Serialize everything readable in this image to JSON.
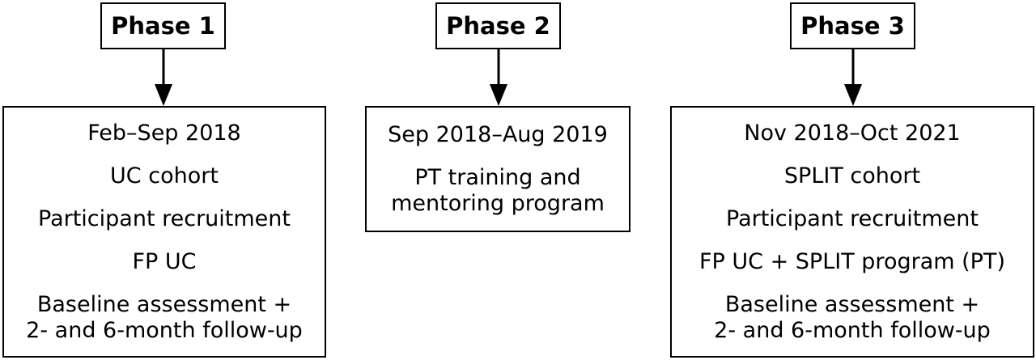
{
  "phases": [
    {
      "label": "Phase 1",
      "lines": [
        "Feb–Sep 2018",
        "UC cohort",
        "Participant recruitment",
        "FP UC",
        "Baseline assessment +",
        "2- and 6-month follow-up"
      ],
      "groups": [
        [
          0
        ],
        [
          1
        ],
        [
          2
        ],
        [
          3
        ],
        [
          4,
          5
        ]
      ]
    },
    {
      "label": "Phase 2",
      "lines": [
        "Sep 2018–Aug 2019",
        "PT training and",
        "mentoring program"
      ],
      "groups": [
        [
          0
        ],
        [
          1,
          2
        ]
      ]
    },
    {
      "label": "Phase 3",
      "lines": [
        "Nov 2018–Oct 2021",
        "SPLIT cohort",
        "Participant recruitment",
        "FP UC + SPLIT program (PT)",
        "Baseline assessment +",
        "2- and 6-month follow-up"
      ],
      "groups": [
        [
          0
        ],
        [
          1
        ],
        [
          2
        ],
        [
          3
        ],
        [
          4,
          5
        ]
      ]
    }
  ]
}
